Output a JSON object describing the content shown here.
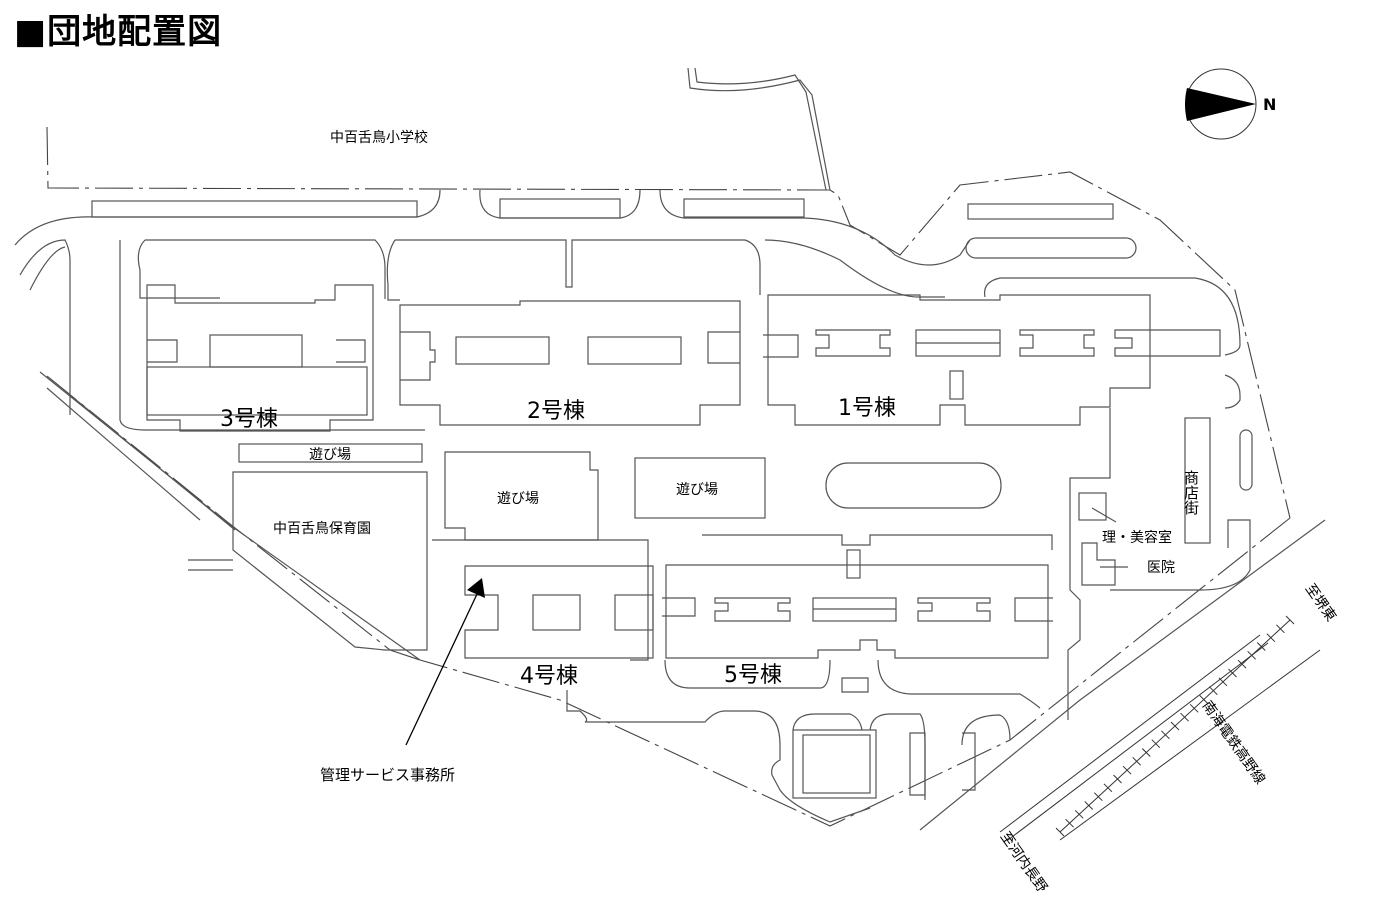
{
  "title": "■団地配置図",
  "compass": {
    "label": "N",
    "icon": "north-arrow-icon"
  },
  "labels": {
    "school": "中百舌鳥小学校",
    "nursery": "中百舌鳥保育園",
    "playground_small": "遊び場",
    "playground_mid": "遊び場",
    "playground_center": "遊び場",
    "shopping_street": "商店街",
    "barber_beauty": "理・美容室",
    "clinic": "医院",
    "management_office": "管理サービス事務所",
    "to_sakaihigashi": "至堺東",
    "railway": "南海電鉄高野線",
    "to_kawachinagano": "至河内長野"
  },
  "buildings": [
    {
      "id": "1",
      "label": "1号棟"
    },
    {
      "id": "2",
      "label": "2号棟"
    },
    {
      "id": "3",
      "label": "3号棟"
    },
    {
      "id": "4",
      "label": "4号棟"
    },
    {
      "id": "5",
      "label": "5号棟"
    }
  ]
}
